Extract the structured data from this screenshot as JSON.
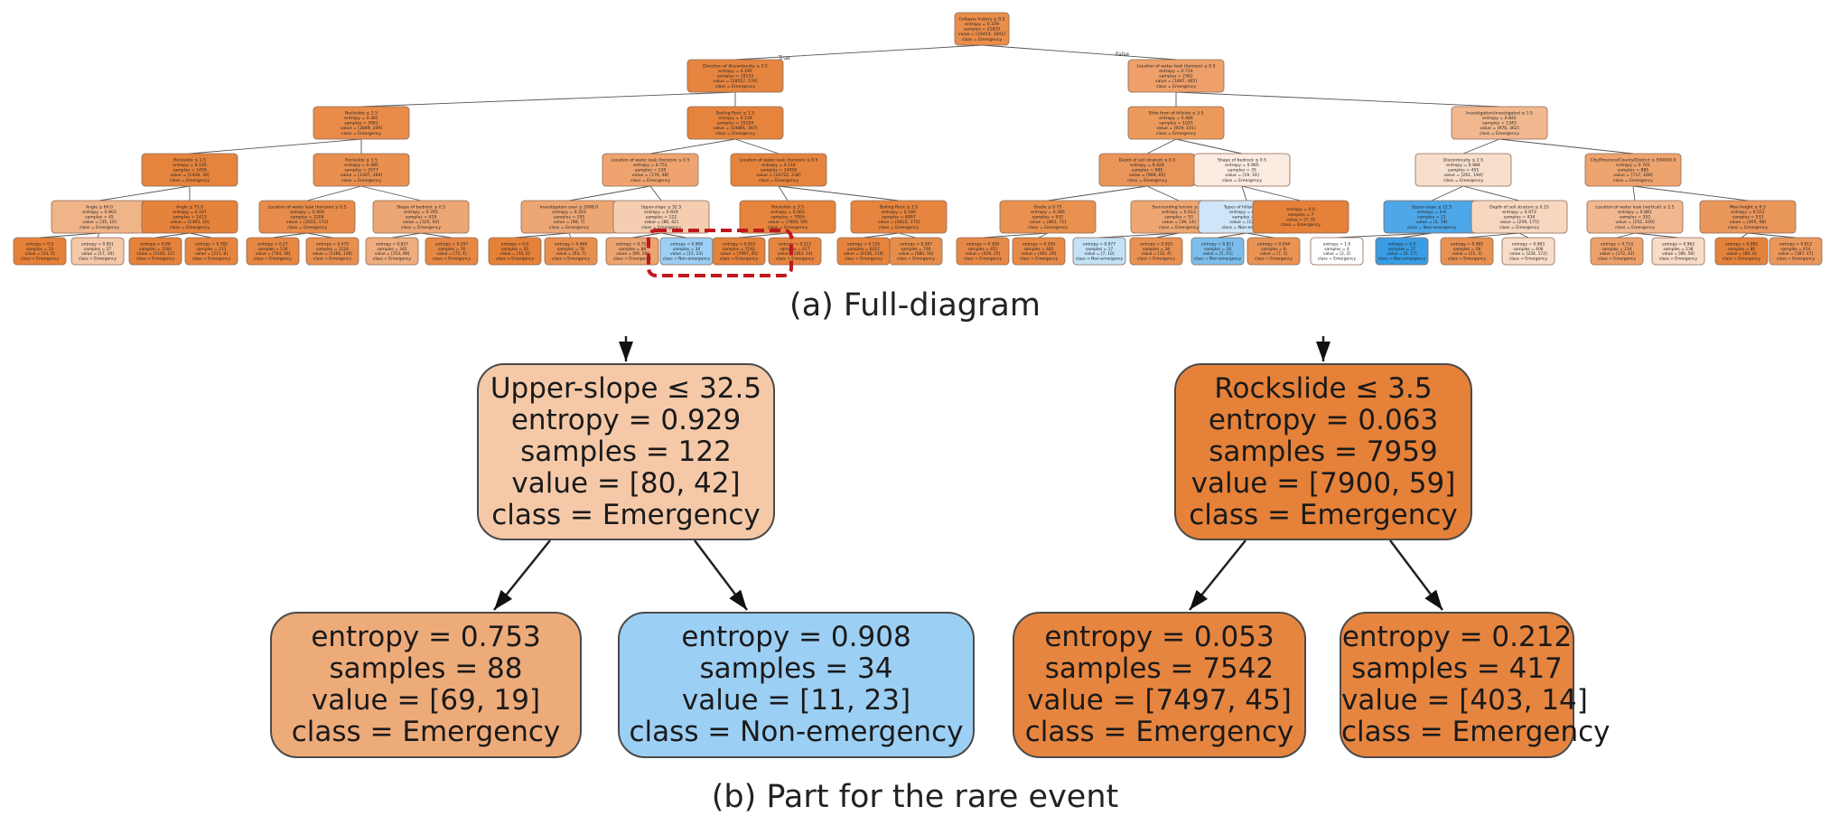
{
  "captions": {
    "a": "(a) Full-diagram",
    "b": "(b) Part for the rare event"
  },
  "colors": {
    "dark_orange": "#e58139",
    "mid_orange": "#ee9c60",
    "light_orange": "#f2b385",
    "pale_orange": "#f8d7bd",
    "light_blue": "#9ccff4",
    "blue": "#399de5"
  },
  "full_tree": {
    "nodes": [
      {
        "id": "root",
        "lines": [
          "Collapse history ≤ 0.5",
          "entropy = 0.379",
          "samples = 21825",
          "value = [20454, 1041]",
          "class = Emergency"
        ],
        "color": "#e98d4b"
      },
      {
        "id": "n1",
        "lines": [
          "Direction of discontinuity ≤ 3.5",
          "entropy = 0.195",
          "samples = 19133",
          "value = [18557, 576]",
          "class = Emergency"
        ],
        "color": "#e68540"
      },
      {
        "id": "n2",
        "lines": [
          "Location of water leak (horizon) ≤ 0.5",
          "entropy = 0.714",
          "samples = 2362",
          "value = [1897, 465]",
          "class = Emergency"
        ],
        "color": "#efa06a"
      },
      {
        "id": "n3",
        "lines": [
          "Rockslide ≤ 2.5",
          "entropy = 0.361",
          "samples = 3061",
          "value = [2849, 209]",
          "class = Emergency"
        ],
        "color": "#e98c4a"
      },
      {
        "id": "n4",
        "lines": [
          "Boiling Rock ≤ 1.5",
          "entropy = 0.134",
          "samples = 15154",
          "value = [14881, 367]",
          "class = Emergency"
        ],
        "color": "#e6843e"
      },
      {
        "id": "n5",
        "lines": [
          "Slide form of hillside ≤ 3.5",
          "entropy = 0.466",
          "samples = 1025",
          "value = [919, 101]",
          "class = Emergency"
        ],
        "color": "#eb9a5c"
      },
      {
        "id": "n6",
        "lines": [
          "Investigation/investigated ≤ 1.5",
          "entropy = 0.842",
          "samples = 1345",
          "value = [976, 362]",
          "class = Emergency"
        ],
        "color": "#f1b88f"
      },
      {
        "id": "n7",
        "lines": [
          "Rockslide ≤ 1.5",
          "entropy = 0.145",
          "samples = 1458",
          "value = [1428, 30]",
          "class = Emergency"
        ],
        "color": "#e6843d"
      },
      {
        "id": "n8",
        "lines": [
          "Rockslide ≤ 3.5",
          "entropy = 0.485",
          "samples = 2577",
          "value = [2307, 269]",
          "class = Emergency"
        ],
        "color": "#e99050"
      },
      {
        "id": "n9",
        "lines": [
          "Location of water leak (horizon) ≤ 0.5",
          "entropy = 0.751",
          "samples = 120",
          "value = [179, 48]",
          "class = Emergency"
        ],
        "color": "#efa46f"
      },
      {
        "id": "n10",
        "lines": [
          "Location of water leak (horizon) ≤ 0.5",
          "entropy = 0.118",
          "samples = 14959",
          "value = [14722, 234]",
          "class = Emergency"
        ],
        "color": "#e6843d"
      },
      {
        "id": "n11",
        "lines": [
          "Depth of soil stratum ≤ 0.5",
          "entropy = 0.424",
          "samples = 985",
          "value = [909, 85]",
          "class = Emergency"
        ],
        "color": "#ea955a"
      },
      {
        "id": "n12",
        "lines": [
          "Shape of bedrock ≤ 0.5",
          "entropy = 0.965",
          "samples = 35",
          "value = [19, 16]",
          "class = Emergency"
        ],
        "color": "#fbebe0"
      },
      {
        "id": "n13",
        "lines": [
          "Discontinuity ≤ 2.5",
          "entropy = 0.984",
          "samples = 455",
          "value = [261, 194]",
          "class = Emergency"
        ],
        "color": "#f8dfcc"
      },
      {
        "id": "n14",
        "lines": [
          "City/Province/County/District ≤ 500000.0",
          "entropy = 0.701",
          "samples = 885",
          "value = [717, 168]",
          "class = Emergency"
        ],
        "color": "#eea46e"
      },
      {
        "id": "n15",
        "lines": [
          "Angle ≤ 60.0",
          "entropy = 0.803",
          "samples = 45",
          "value = [35, 10]",
          "class = Emergency"
        ],
        "color": "#f0b489"
      },
      {
        "id": "n16",
        "lines": [
          "Angle ≤ 75.0",
          "entropy = 0.107",
          "samples = 1413",
          "value = [1393, 20]",
          "class = Emergency"
        ],
        "color": "#e5823c"
      },
      {
        "id": "n17",
        "lines": [
          "Location of water leak (horizon) ≤ 0.5",
          "entropy = 0.409",
          "samples = 2204",
          "value = [2022, 172]",
          "class = Emergency"
        ],
        "color": "#e78c4a"
      },
      {
        "id": "n18",
        "lines": [
          "Shape of bedrock ≤ 0.5",
          "entropy = 0.765",
          "samples = 419",
          "value = [325, 93]",
          "class = Emergency"
        ],
        "color": "#eda774"
      },
      {
        "id": "n19",
        "lines": [
          "Investigation year ≤ 2008.0",
          "entropy = 0.353",
          "samples = 105",
          "value = [98, 7]",
          "class = Emergency"
        ],
        "color": "#eda774"
      },
      {
        "id": "n20",
        "lines": [
          "Upper-slope ≤ 32.5",
          "entropy = 0.929",
          "samples = 122",
          "value = [80, 42]",
          "class = Emergency"
        ],
        "color": "#f5cdb0"
      },
      {
        "id": "n21",
        "lines": [
          "Rockslide ≤ 3.5",
          "entropy = 0.063",
          "samples = 7959",
          "value = [7900, 59]",
          "class = Emergency"
        ],
        "color": "#e6843d"
      },
      {
        "id": "n22",
        "lines": [
          "Boiling Rock ≤ 3.5",
          "entropy = 0.189",
          "samples = 6997",
          "value = [6822, 175]",
          "class = Emergency"
        ],
        "color": "#e6853f"
      },
      {
        "id": "n23",
        "lines": [
          "Grade ≤ 0.75",
          "entropy = 0.366",
          "samples = 932",
          "value = [861, 71]",
          "class = Emergency"
        ],
        "color": "#e9914f"
      },
      {
        "id": "n24",
        "lines": [
          "Surrounding terrain ≤ 1.5",
          "entropy = 0.613",
          "samples = 53",
          "value = [39, 14]",
          "class = Emergency"
        ],
        "color": "#eea772"
      },
      {
        "id": "n25",
        "lines": [
          "Types of hillside ≤ 0.5",
          "entropy = 0.965",
          "samples = 28",
          "value = [12, 16]",
          "class = Non-emergency"
        ],
        "color": "#cee6f8"
      },
      {
        "id": "n26",
        "lines": [
          "entropy = 0.0",
          "samples = 7",
          "value = [7, 0]",
          "class = Emergency"
        ],
        "color": "#e58139"
      },
      {
        "id": "n27",
        "lines": [
          "Upper-slope ≤ 12.5",
          "entropy = 0.6",
          "samples = 21",
          "value = [2, 19]",
          "class = Non-emergency"
        ],
        "color": "#4ea7e8"
      },
      {
        "id": "n28",
        "lines": [
          "Depth of soil stratum ≤ 0.15",
          "entropy = 0.973",
          "samples = 434",
          "value = [259, 175]",
          "class = Emergency"
        ],
        "color": "#f7d7bf"
      },
      {
        "id": "n29",
        "lines": [
          "Location of water leak (vertical) ≤ 2.5",
          "entropy = 0.881",
          "samples = 352",
          "value = [252, 100]",
          "class = Emergency"
        ],
        "color": "#f1b890"
      },
      {
        "id": "n30",
        "lines": [
          "Max-height ≤ 6.5",
          "entropy = 0.551",
          "samples = 533",
          "value = [465, 68]",
          "class = Emergency"
        ],
        "color": "#ea975c"
      }
    ],
    "leaves": [
      {
        "lines": [
          "entropy = 0.0",
          "samples = 13",
          "value = [13, 0]",
          "class = Emergency"
        ],
        "color": "#e58139"
      },
      {
        "lines": [
          "entropy = 0.951",
          "samples = 27",
          "value = [17, 10]",
          "class = Emergency"
        ],
        "color": "#f4c9aa"
      },
      {
        "lines": [
          "entropy = 0.09",
          "samples = 1164",
          "value = [1162, 12]",
          "class = Emergency"
        ],
        "color": "#e5823b"
      },
      {
        "lines": [
          "entropy = 0.782",
          "samples = 211",
          "value = [211, 8]",
          "class = Emergency"
        ],
        "color": "#e6853f"
      },
      {
        "lines": [
          "entropy = 0.27",
          "samples = 130",
          "value = [744, 36]",
          "class = Emergency"
        ],
        "color": "#e68742"
      },
      {
        "lines": [
          "entropy = 0.479",
          "samples = 1224",
          "value = [1166, 136]",
          "class = Emergency"
        ],
        "color": "#e88f4f"
      },
      {
        "lines": [
          "entropy = 0.837",
          "samples = 342",
          "value = [253, 89]",
          "class = Emergency"
        ],
        "color": "#efad7f"
      },
      {
        "lines": [
          "entropy = 0.297",
          "samples = 76",
          "value = [72, 4]",
          "class = Emergency"
        ],
        "color": "#e68844"
      },
      {
        "lines": [
          "entropy = 0.0",
          "samples = 35",
          "value = [35, 0]",
          "class = Emergency"
        ],
        "color": "#e58139"
      },
      {
        "lines": [
          "entropy = 0.469",
          "samples = 70",
          "value = [63, 7]",
          "class = Emergency"
        ],
        "color": "#e88f4f"
      },
      {
        "lines": [
          "entropy = 0.753",
          "samples = 88",
          "value = [69, 19]",
          "class = Emergency"
        ],
        "color": "#eca470"
      },
      {
        "lines": [
          "entropy = 0.908",
          "samples = 34",
          "value = [11, 23]",
          "class = Non-emergency"
        ],
        "color": "#9ccff4"
      },
      {
        "lines": [
          "entropy = 0.053",
          "samples = 7542",
          "value = [7497, 45]",
          "class = Emergency"
        ],
        "color": "#e5823b"
      },
      {
        "lines": [
          "entropy = 0.212",
          "samples = 417",
          "value = [403, 14]",
          "class = Emergency"
        ],
        "color": "#e68540"
      },
      {
        "lines": [
          "entropy = 0.135",
          "samples = 6257",
          "value = [6136, 119]",
          "class = Emergency"
        ],
        "color": "#e6843e"
      },
      {
        "lines": [
          "entropy = 0.387",
          "samples = 740",
          "value = [684, 56]",
          "class = Emergency"
        ],
        "color": "#e78d4b"
      },
      {
        "lines": [
          "entropy = 0.309",
          "samples = 451",
          "value = [426, 25]",
          "class = Emergency"
        ],
        "color": "#e78946"
      },
      {
        "lines": [
          "entropy = 0.349",
          "samples = 481",
          "value = [461, 20]",
          "class = Emergency"
        ],
        "color": "#e78a47"
      },
      {
        "lines": [
          "entropy = 0.977",
          "samples = 17",
          "value = [7, 10]",
          "class = Non-emergency"
        ],
        "color": "#c4e2f7"
      },
      {
        "lines": [
          "entropy = 0.503",
          "samples = 36",
          "value = [32, 4]",
          "class = Emergency"
        ],
        "color": "#e99152"
      },
      {
        "lines": [
          "entropy = 0.811",
          "samples = 20",
          "value = [5, 15]",
          "class = Non-emergency"
        ],
        "color": "#7bbeee"
      },
      {
        "lines": [
          "entropy = 0.544",
          "samples = 8",
          "value = [7, 1]",
          "class = Emergency"
        ],
        "color": "#e99355"
      },
      {
        "lines": [
          "entropy = 1.0",
          "samples = 4",
          "value = [2, 2]",
          "class = Emergency"
        ],
        "color": "#ffffff"
      },
      {
        "lines": [
          "entropy = 0.0",
          "samples = 17",
          "value = [0, 17]",
          "class = Non-emergency"
        ],
        "color": "#399de5"
      },
      {
        "lines": [
          "entropy = 0.485",
          "samples = 28",
          "value = [25, 3]",
          "class = Emergency"
        ],
        "color": "#e89152"
      },
      {
        "lines": [
          "entropy = 0.983",
          "samples = 406",
          "value = [234, 172]",
          "class = Emergency"
        ],
        "color": "#f8dec9"
      },
      {
        "lines": [
          "entropy = 0.714",
          "samples = 214",
          "value = [172, 42]",
          "class = Emergency"
        ],
        "color": "#eda16a"
      },
      {
        "lines": [
          "entropy = 0.962",
          "samples = 138",
          "value = [80, 58]",
          "class = Emergency"
        ],
        "color": "#f8dcc7"
      },
      {
        "lines": [
          "entropy = 0.095",
          "samples = 80",
          "value = [80, 0]",
          "class = Emergency"
        ],
        "color": "#e5823b"
      },
      {
        "lines": [
          "entropy = 0.612",
          "samples = 414",
          "value = [387, 47]",
          "class = Emergency"
        ],
        "color": "#ea975c"
      }
    ],
    "edge_labels": {
      "true": "True",
      "false": "False"
    }
  },
  "zoom": {
    "upper_slope": {
      "lines": [
        "Upper-slope ≤ 32.5",
        "entropy = 0.929",
        "samples = 122",
        "value = [80, 42]",
        "class = Emergency"
      ],
      "color": "#f5c9a8"
    },
    "left_leaf": {
      "lines": [
        "entropy = 0.753",
        "samples = 88",
        "value = [69, 19]",
        "class = Emergency"
      ],
      "color": "#eeab7a"
    },
    "rare_leaf": {
      "lines": [
        "entropy = 0.908",
        "samples = 34",
        "value = [11, 23]",
        "class = Non-emergency"
      ],
      "color": "#9ccff4"
    },
    "rockslide": {
      "lines": [
        "Rockslide ≤ 3.5",
        "entropy = 0.063",
        "samples = 7959",
        "value = [7900, 59]",
        "class = Emergency"
      ],
      "color": "#e58139"
    },
    "big_leaf": {
      "lines": [
        "entropy = 0.053",
        "samples = 7542",
        "value = [7497, 45]",
        "class = Emergency"
      ],
      "color": "#e68540"
    },
    "right_leaf": {
      "lines": [
        "entropy = 0.212",
        "samples = 417",
        "value = [403, 14]",
        "class = Emergency"
      ],
      "color": "#e68540"
    }
  }
}
